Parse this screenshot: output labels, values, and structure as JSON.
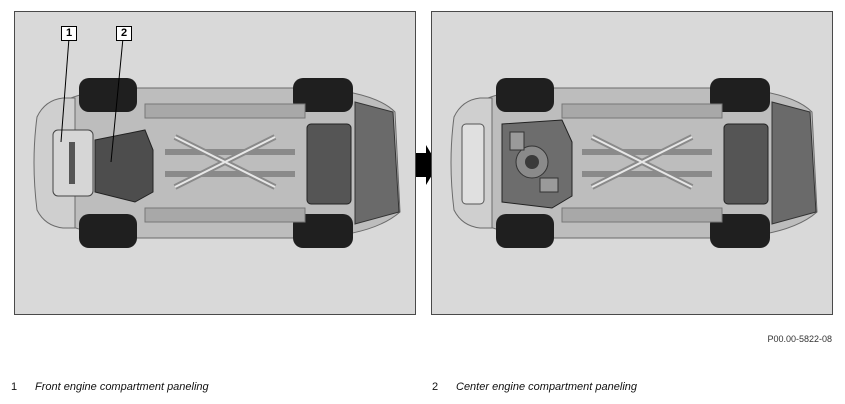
{
  "figure": {
    "callouts": [
      {
        "num": "1",
        "label": "Front engine compartment paneling"
      },
      {
        "num": "2",
        "label": "Center engine compartment paneling"
      }
    ],
    "reference_code": "P00.00-5822-08",
    "colors": {
      "panel_bg": "#d9d9d9",
      "tire": "#1f1f1f",
      "body": "#bdbdbd",
      "dark_part": "#4d4d4d",
      "arrow": "#000000"
    },
    "icons": [
      "arrow-right-icon"
    ]
  }
}
